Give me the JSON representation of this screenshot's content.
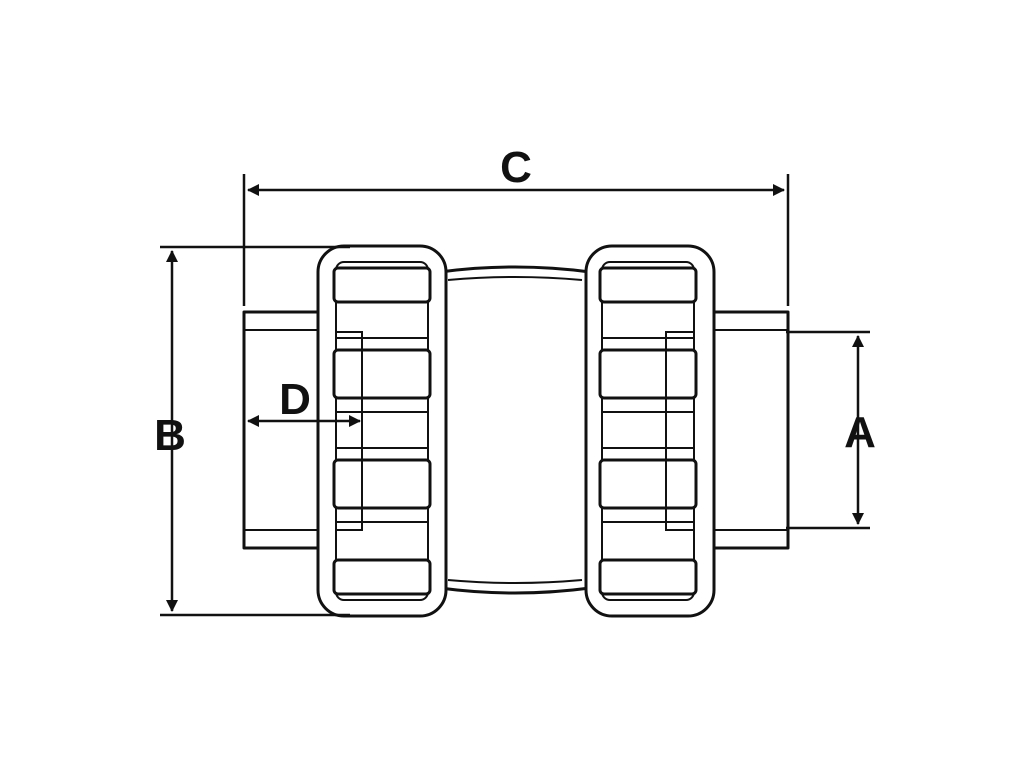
{
  "drawing": {
    "stroke_color": "#111111",
    "background_color": "#ffffff"
  },
  "dimensions": {
    "A": "A",
    "B": "B",
    "C": "C",
    "D": "D"
  }
}
